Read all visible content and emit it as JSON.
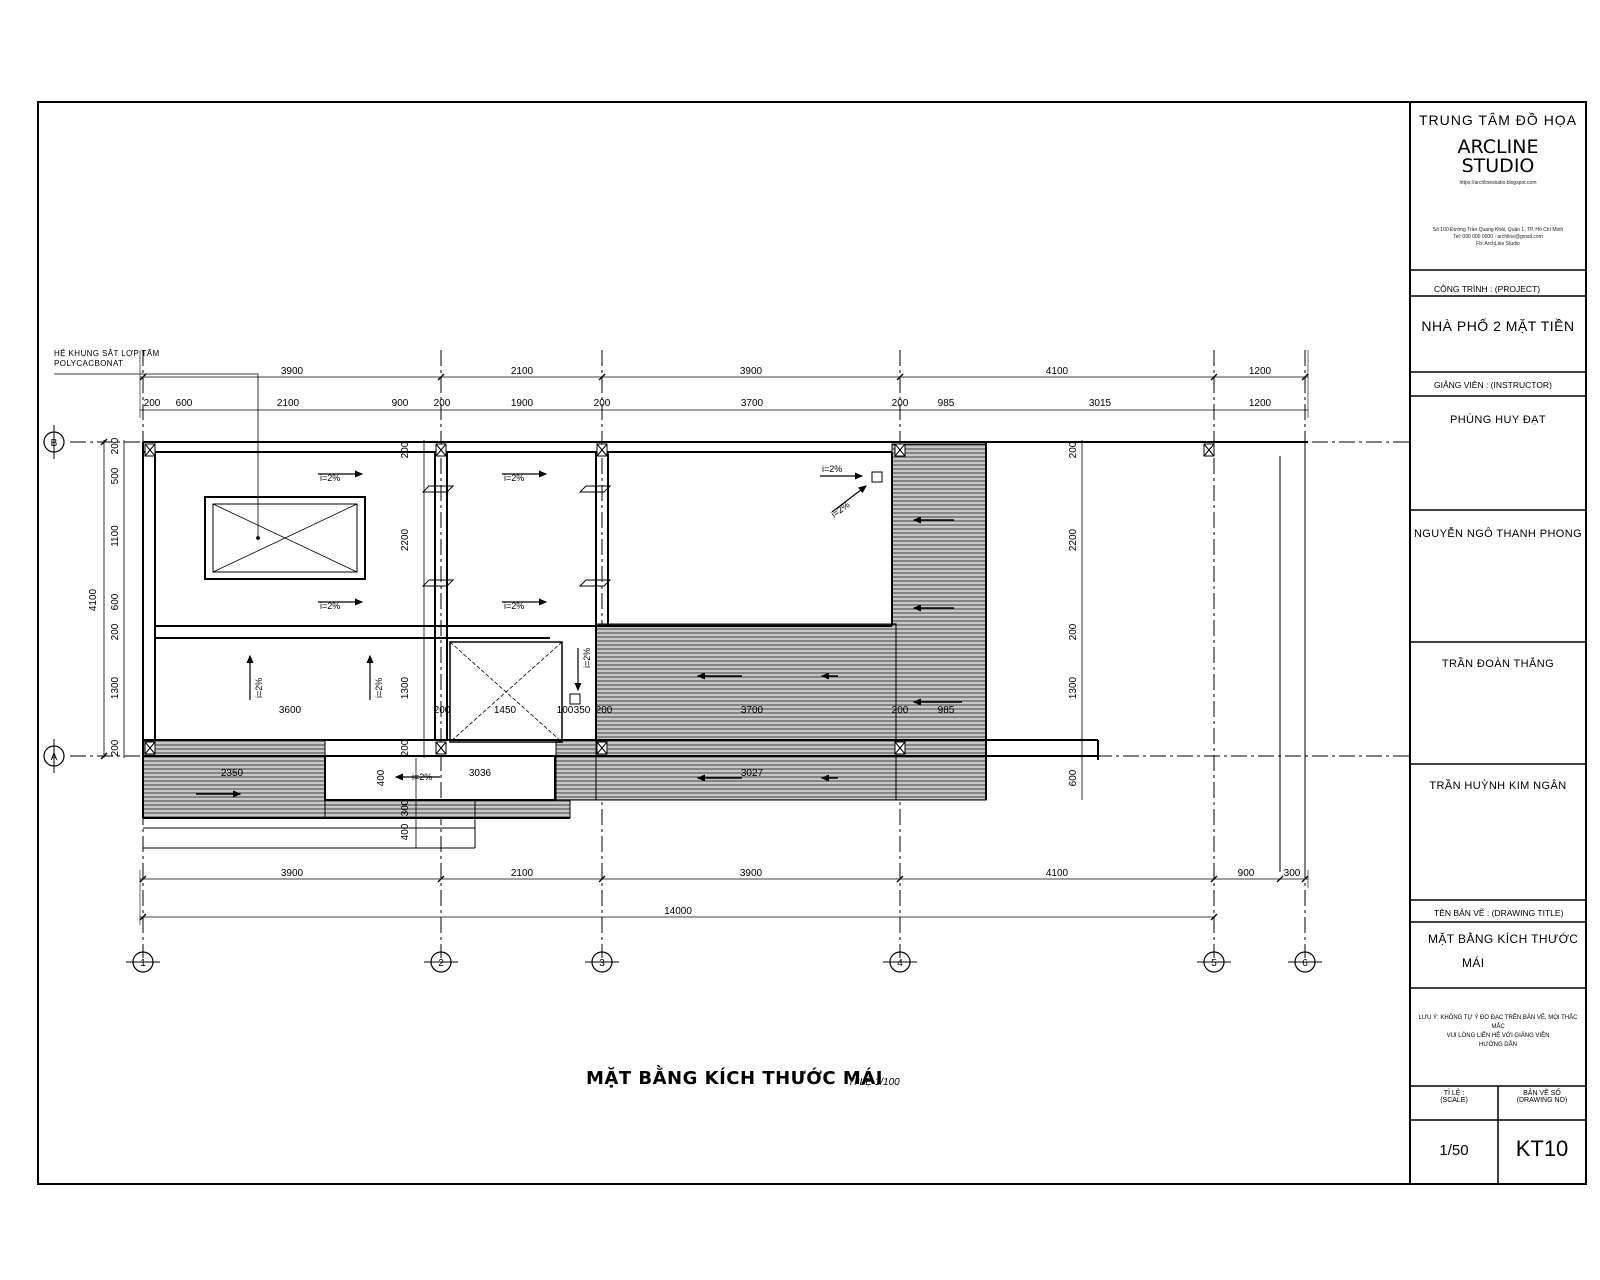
{
  "drawing": {
    "title": "MẶT BẰNG KÍCH THƯỚC MÁI",
    "scale_note": "TỈ LỆ 1/100",
    "note_line1": "HỆ KHUNG SẮT LỢP TẤM",
    "note_line2": "POLYCACBONAT",
    "top_dims_1": [
      "3900",
      "2100",
      "3900",
      "4100",
      "1200"
    ],
    "top_dims_2": [
      "200",
      "600",
      "2100",
      "900",
      "200",
      "1900",
      "200",
      "3700",
      "200",
      "985",
      "3015",
      "1200"
    ],
    "bottom_dims": [
      "3900",
      "2100",
      "3900",
      "4100",
      "900",
      "300"
    ],
    "total_dim": "14000",
    "left_dims": [
      "200",
      "500",
      "1100",
      "600",
      "200",
      "1300",
      "200"
    ],
    "left_total": "4100",
    "right_dims": [
      "200",
      "2200",
      "200",
      "1300",
      "600"
    ],
    "inner_dims": [
      "2200",
      "200",
      "1300",
      "200"
    ],
    "row_dims": [
      "3600",
      "200",
      "1450",
      "100",
      "350",
      "200",
      "3700",
      "200",
      "985"
    ],
    "slope_label": "i=2%",
    "lower_dims": [
      "2350",
      "3036",
      "3027",
      "400",
      "400",
      "300"
    ],
    "grid_cols": [
      "1",
      "2",
      "3",
      "4",
      "5",
      "6"
    ],
    "grid_rows": [
      "B",
      "A"
    ]
  },
  "title_block": {
    "center_name": "TRUNG TÂM ĐỒ HỌA",
    "studio_line1": "ARCLINE",
    "studio_line2": "STUDIO",
    "website": "https://archlinestudio.blogspot.com",
    "address_1": "Số 100 Đường Trần Quang Khải, Quận 1, TP. Hồ Chí Minh",
    "address_2": "Tel: 090 000 0000 - archline@gmail.com",
    "address_3": "Fb: ArchLine Studio",
    "project_label": "CÔNG TRÌNH : (PROJECT)",
    "project_name": "NHÀ PHỐ 2 MẶT TIỀN",
    "instructor_label": "GIẢNG VIÊN : (INSTRUCTOR)",
    "person_1": "PHÙNG HUY ĐẠT",
    "person_2": "NGUYỄN NGÔ THANH PHONG",
    "person_3": "TRẦN ĐOÀN THẮNG",
    "person_4": "TRẦN HUỲNH KIM NGÂN",
    "drawing_label": "TÊN BẢN VẼ : (DRAWING TITLE)",
    "drawing_name_1": "MẶT BẰNG KÍCH THƯỚC",
    "drawing_name_2": "MÁI",
    "note_1": "LƯU Ý: KHÔNG TỰ Ý ĐO ĐẠC TRÊN BẢN VẼ, MỌI THẮC MẮC",
    "note_2": "VUI LÒNG LIÊN HỆ VỚI GIẢNG VIÊN",
    "note_3": "HƯỚNG DẪN",
    "scale_label_1": "TỈ LỆ :",
    "scale_label_2": "(SCALE)",
    "sheet_label_1": "BẢN VẼ SỐ",
    "sheet_label_2": "(DRAWING NO)",
    "scale_value": "1/50",
    "sheet_value": "KT10"
  }
}
